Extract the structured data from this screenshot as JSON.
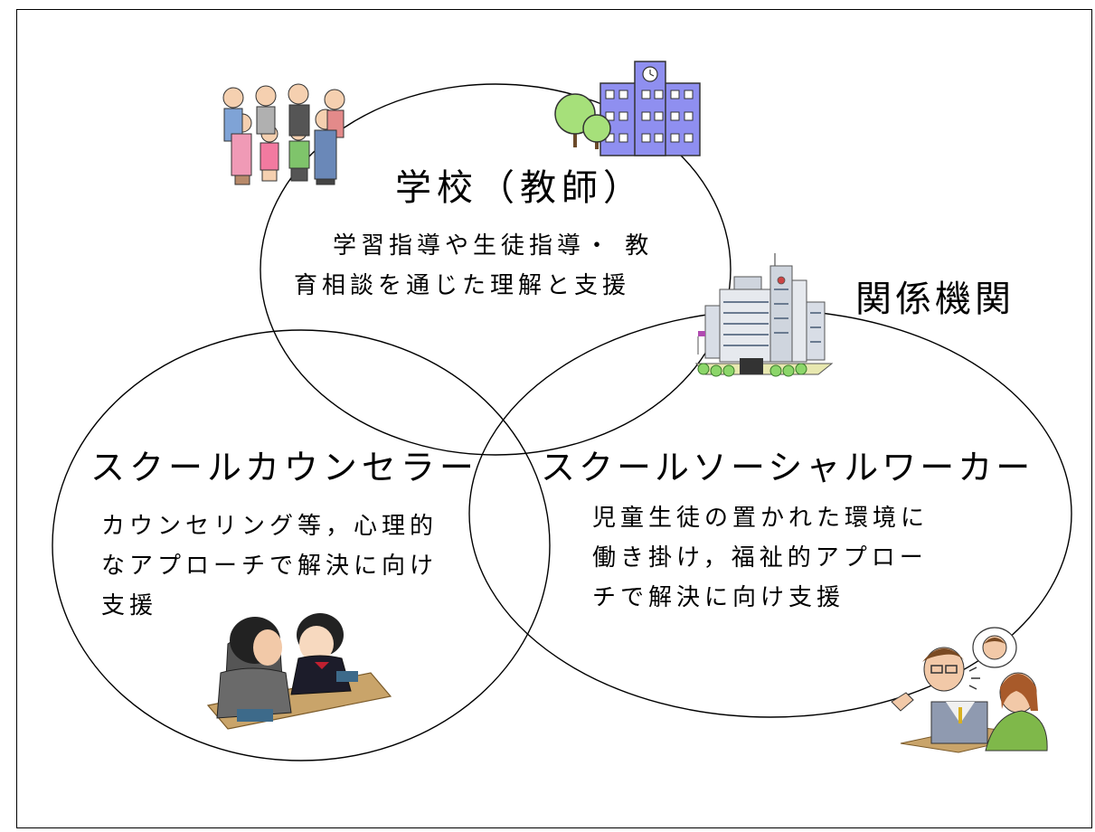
{
  "school": {
    "title": "学校（教師）",
    "lines": [
      "学習指導や生徒指導・ 教",
      "育相談を通じた理解と支援"
    ]
  },
  "agencies": {
    "title": "関係機関"
  },
  "counselor": {
    "title": "スクールカウンセラー",
    "lines": [
      "カウンセリング等，心理的",
      "なアプローチで解決に向け",
      "支援"
    ]
  },
  "social_worker": {
    "title": "スクールソーシャルワーカー",
    "lines": [
      "児童生徒の置かれた環境に",
      "働き掛け，福祉的アプロー",
      "チで解決に向け支援"
    ]
  },
  "icons": [
    "people-group-icon",
    "school-building-icon",
    "office-building-icon",
    "counseling-icon",
    "consultation-icon"
  ],
  "colors": {
    "school_building": "#8f8ff0",
    "tree": "#a6e07a",
    "line": "#000000"
  }
}
